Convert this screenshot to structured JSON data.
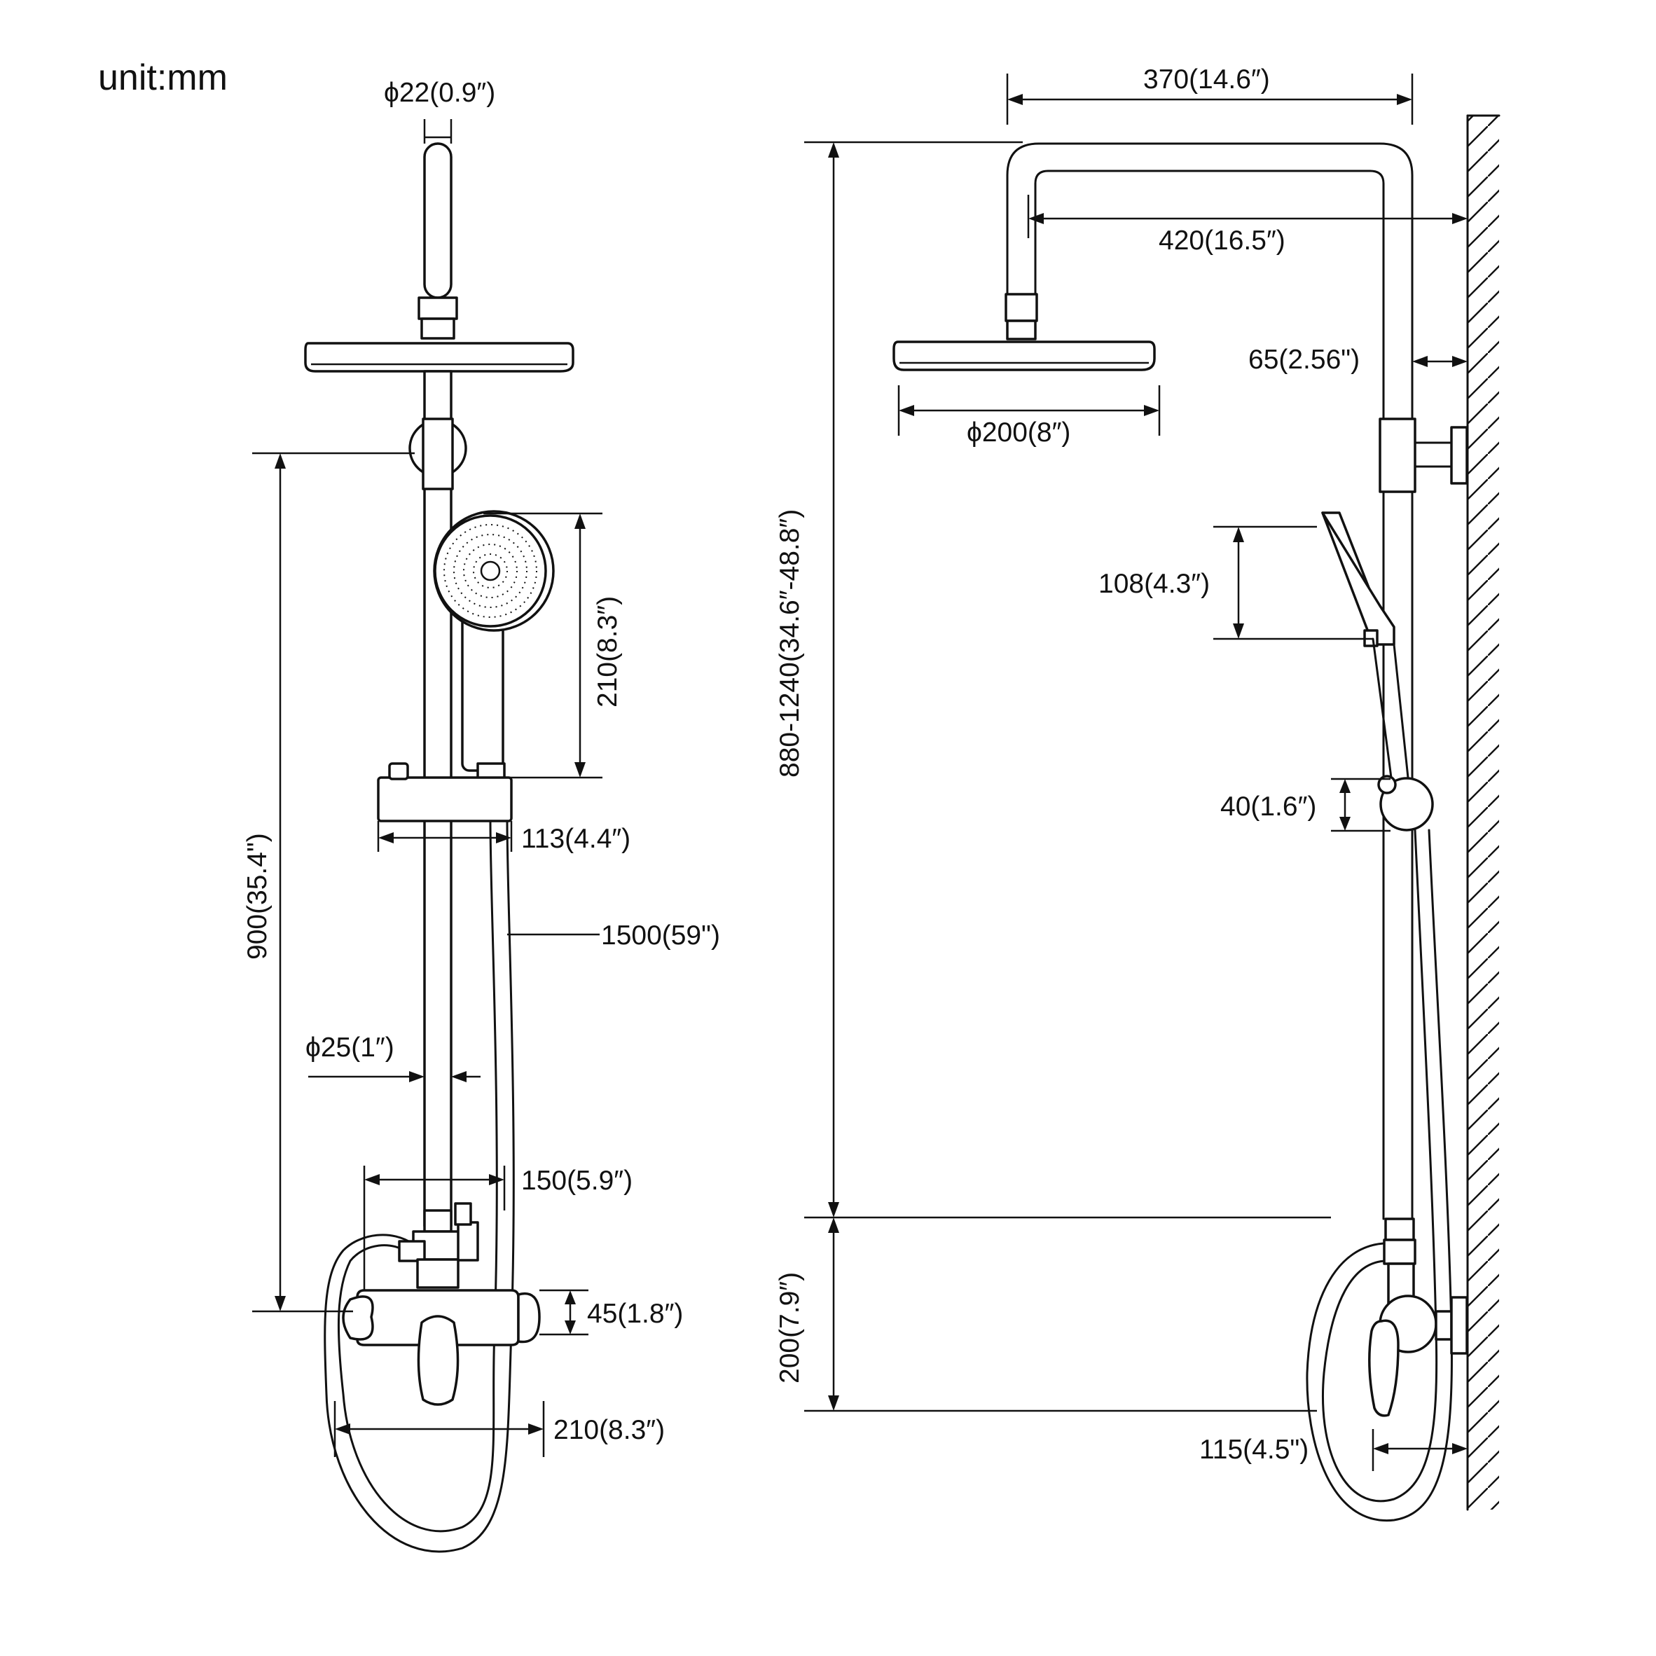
{
  "unit_label": "unit:mm",
  "front_view": {
    "pipe_diameter_top": "ϕ22(0.9″)",
    "handshower_height": "210(8.3″)",
    "bracket_to_mixer": "900(35.4\")",
    "holder_width": "113(4.4″)",
    "hose_length": "1500(59\")",
    "rail_diameter": "ϕ25(1″)",
    "mixer_spacing": "150(5.9″)",
    "mixer_body_height": "45(1.8″)",
    "mixer_width": "210(8.3″)"
  },
  "side_view": {
    "arm_length": "370(14.6″)",
    "arm_projection": "420(16.5″)",
    "head_diameter": "ϕ200(8″)",
    "rail_offset": "65(2.56\")",
    "adjustable_height": "880-1240(34.6″-48.8″)",
    "handshower_head": "108(4.3″)",
    "holder_height": "40(1.6″)",
    "lower_height": "200(7.9″)",
    "mixer_projection": "115(4.5\")"
  }
}
